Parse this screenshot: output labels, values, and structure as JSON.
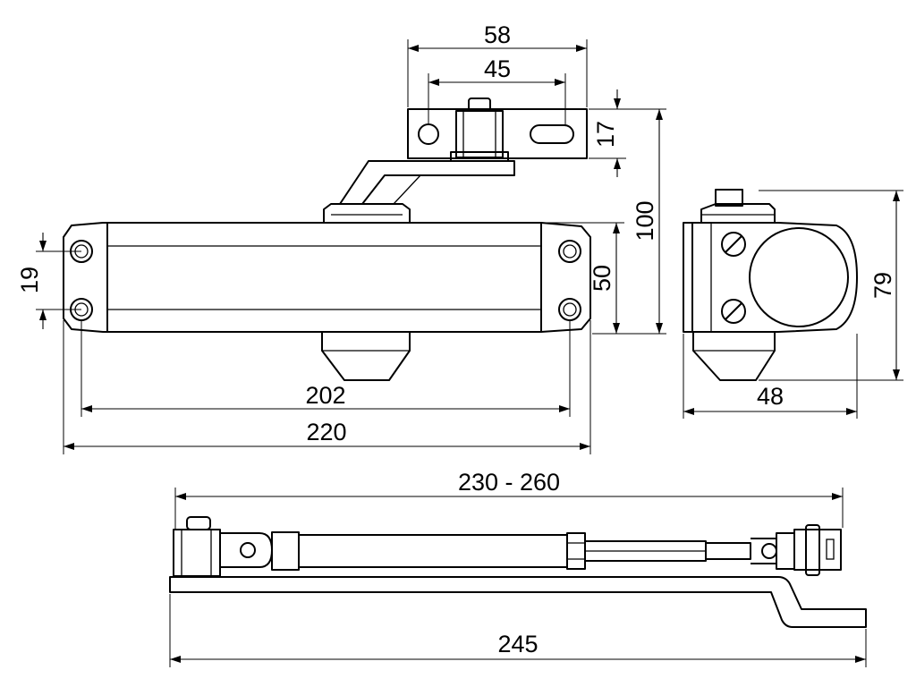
{
  "drawing": {
    "dimensions": {
      "arm_bracket_width": "58",
      "arm_bracket_hole_spacing": "45",
      "arm_bracket_height": "17",
      "overall_height": "100",
      "body_height": "50",
      "mount_hole_spacing_vertical": "19",
      "mount_hole_spacing_horizontal": "202",
      "body_length": "220",
      "side_depth": "48",
      "side_height": "79",
      "arm_length_range": "230 - 260",
      "arm_total_length": "245"
    }
  }
}
